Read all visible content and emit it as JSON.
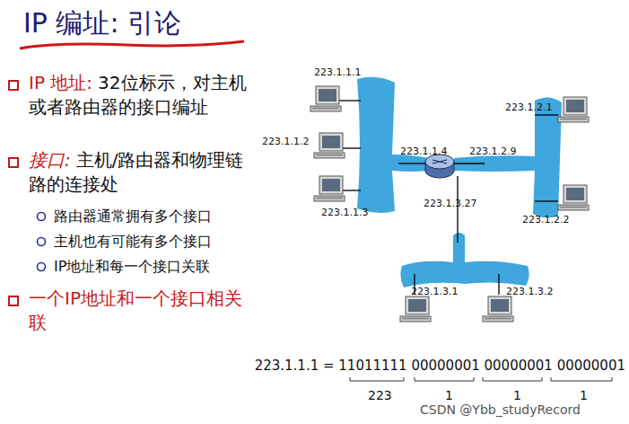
{
  "diagram": {
    "title": "IP 编址: 引论",
    "labels": [
      "IP 地址:",
      "32位标示，对主机或者路由器的接口编址",
      "接口:",
      "主机/路由器和物理链路的连接处",
      "路由器通常拥有多个接口",
      "主机也有可能有多个接口",
      "IP地址和每一个接口关联",
      "一个IP地址和一个接口相关联",
      "223.1.1.1",
      "223.1.1.2",
      "223.1.1.3",
      "223.1.1.4",
      "223.1.2.9",
      "223.1.2.1",
      "223.1.2.2",
      "223.1.3.27",
      "223.1.3.1",
      "223.1.3.2",
      "223.1.1.1 = 11011111 00000001 00000001 00000001",
      "223",
      "1",
      "1",
      "1",
      "CSDN @Ybb_studyRecord"
    ]
  }
}
